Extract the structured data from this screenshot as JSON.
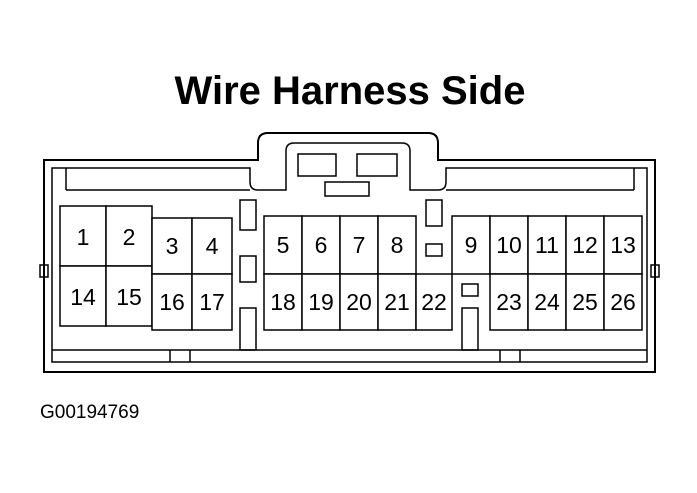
{
  "title": "Wire Harness Side",
  "figure_id": "G00194769",
  "pins": {
    "p1": "1",
    "p2": "2",
    "p3": "3",
    "p4": "4",
    "p5": "5",
    "p6": "6",
    "p7": "7",
    "p8": "8",
    "p9": "9",
    "p10": "10",
    "p11": "11",
    "p12": "12",
    "p13": "13",
    "p14": "14",
    "p15": "15",
    "p16": "16",
    "p17": "17",
    "p18": "18",
    "p19": "19",
    "p20": "20",
    "p21": "21",
    "p22": "22",
    "p23": "23",
    "p24": "24",
    "p25": "25",
    "p26": "26"
  }
}
